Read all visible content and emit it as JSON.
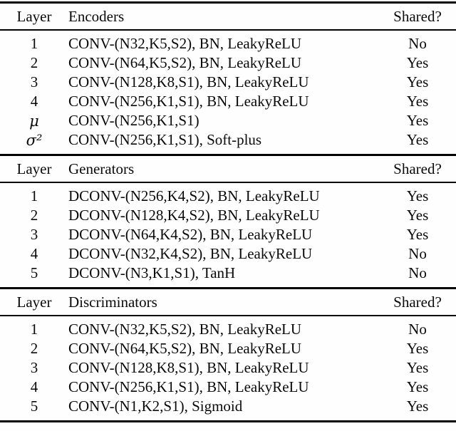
{
  "table": {
    "layer_header": "Layer",
    "shared_header": "Shared?",
    "sections": [
      {
        "title": "Encoders",
        "rows": [
          {
            "layer": "1",
            "spec": "CONV-(N32,K5,S2), BN, LeakyReLU",
            "shared": "No"
          },
          {
            "layer": "2",
            "spec": "CONV-(N64,K5,S2), BN, LeakyReLU",
            "shared": "Yes"
          },
          {
            "layer": "3",
            "spec": "CONV-(N128,K8,S1), BN, LeakyReLU",
            "shared": "Yes"
          },
          {
            "layer": "4",
            "spec": "CONV-(N256,K1,S1), BN, LeakyReLU",
            "shared": "Yes"
          },
          {
            "layer": "μ",
            "spec": "CONV-(N256,K1,S1)",
            "shared": "Yes"
          },
          {
            "layer": "σ²",
            "spec": "CONV-(N256,K1,S1), Soft-plus",
            "shared": "Yes"
          }
        ]
      },
      {
        "title": "Generators",
        "rows": [
          {
            "layer": "1",
            "spec": "DCONV-(N256,K4,S2), BN, LeakyReLU",
            "shared": "Yes"
          },
          {
            "layer": "2",
            "spec": "DCONV-(N128,K4,S2), BN, LeakyReLU",
            "shared": "Yes"
          },
          {
            "layer": "3",
            "spec": "DCONV-(N64,K4,S2), BN, LeakyReLU",
            "shared": "Yes"
          },
          {
            "layer": "4",
            "spec": "DCONV-(N32,K4,S2), BN, LeakyReLU",
            "shared": "No"
          },
          {
            "layer": "5",
            "spec": "DCONV-(N3,K1,S1), TanH",
            "shared": "No"
          }
        ]
      },
      {
        "title": "Discriminators",
        "rows": [
          {
            "layer": "1",
            "spec": "CONV-(N32,K5,S2), BN, LeakyReLU",
            "shared": "No"
          },
          {
            "layer": "2",
            "spec": "CONV-(N64,K5,S2), BN, LeakyReLU",
            "shared": "Yes"
          },
          {
            "layer": "3",
            "spec": "CONV-(N128,K8,S1), BN, LeakyReLU",
            "shared": "Yes"
          },
          {
            "layer": "4",
            "spec": "CONV-(N256,K1,S1), BN, LeakyReLU",
            "shared": "Yes"
          },
          {
            "layer": "5",
            "spec": "CONV-(N1,K2,S1), Sigmoid",
            "shared": "Yes"
          }
        ]
      }
    ]
  }
}
